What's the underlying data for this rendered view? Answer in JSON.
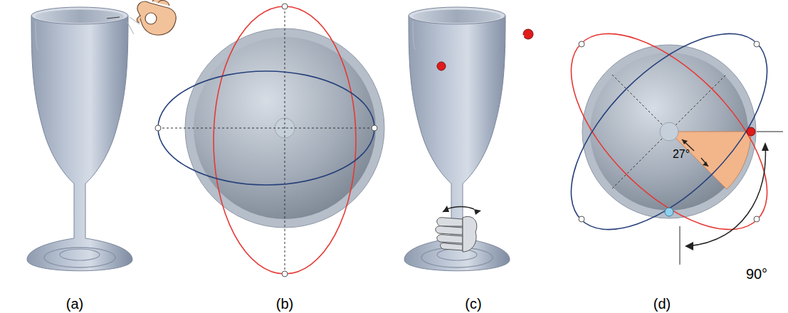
{
  "diagram": {
    "labels": [
      "(a)",
      "(b)",
      "(c)",
      "(d)",
      "27°",
      "90°"
    ]
  }
}
